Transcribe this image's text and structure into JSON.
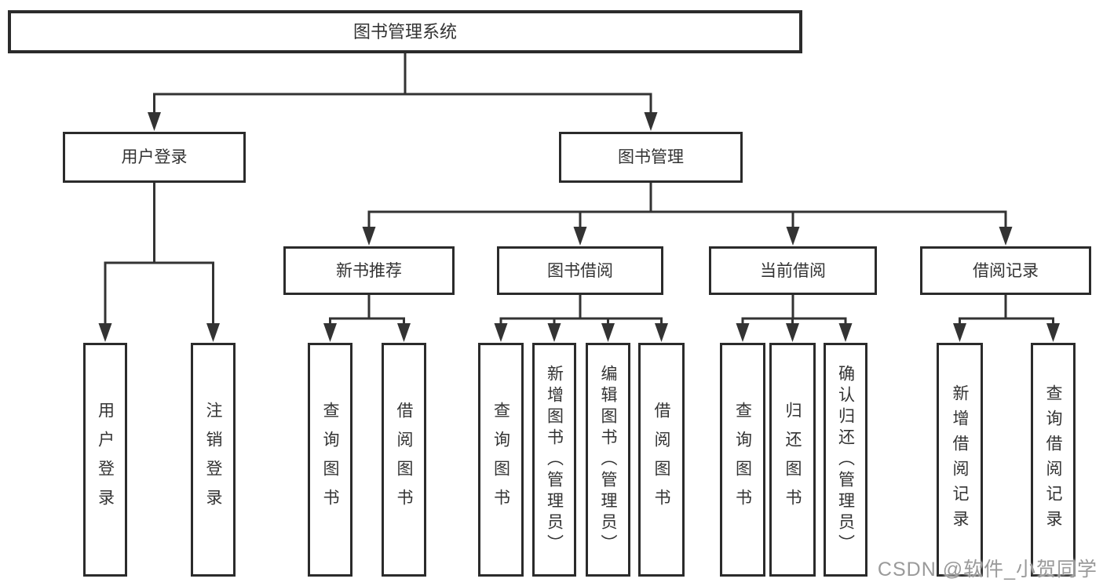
{
  "diagram": {
    "type": "hierarchy-tree",
    "title": "图书管理系统",
    "watermark": "CSDN @软件_小贺同学",
    "colors": {
      "line": "#333333",
      "border": "#2b2b2b",
      "text": "#333333",
      "background": "#ffffff",
      "watermark": "#9a9a9a"
    },
    "nodes": [
      {
        "id": "system",
        "label": "图书管理系统",
        "parent": null,
        "level": 1
      },
      {
        "id": "user-login",
        "label": "用户登录",
        "parent": "system",
        "level": 2
      },
      {
        "id": "book-management",
        "label": "图书管理",
        "parent": "system",
        "level": 2
      },
      {
        "id": "new-book-recommendation",
        "label": "新书推荐",
        "parent": "book-management",
        "level": 3
      },
      {
        "id": "book-borrowing",
        "label": "图书借阅",
        "parent": "book-management",
        "level": 3
      },
      {
        "id": "current-borrowing",
        "label": "当前借阅",
        "parent": "book-management",
        "level": 3
      },
      {
        "id": "borrowing-records",
        "label": "借阅记录",
        "parent": "book-management",
        "level": 3
      },
      {
        "id": "do-user-login",
        "label": "用户登录",
        "parent": "user-login",
        "level": 4
      },
      {
        "id": "logout",
        "label": "注销登录",
        "parent": "user-login",
        "level": 4
      },
      {
        "id": "rec-query-books",
        "label": "查询图书",
        "parent": "new-book-recommendation",
        "level": 4
      },
      {
        "id": "rec-borrow-books",
        "label": "借阅图书",
        "parent": "new-book-recommendation",
        "level": 4
      },
      {
        "id": "bb-query-books",
        "label": "查询图书",
        "parent": "book-borrowing",
        "level": 4
      },
      {
        "id": "bb-add-books-admin",
        "label": "新增图书（管理员）",
        "parent": "book-borrowing",
        "level": 4
      },
      {
        "id": "bb-edit-books-admin",
        "label": "编辑图书（管理员）",
        "parent": "book-borrowing",
        "level": 4
      },
      {
        "id": "bb-borrow-books",
        "label": "借阅图书",
        "parent": "book-borrowing",
        "level": 4
      },
      {
        "id": "cb-query-books",
        "label": "查询图书",
        "parent": "current-borrowing",
        "level": 4
      },
      {
        "id": "cb-return-books",
        "label": "归还图书",
        "parent": "current-borrowing",
        "level": 4
      },
      {
        "id": "cb-confirm-return-admin",
        "label": "确认归还（管理员）",
        "parent": "current-borrowing",
        "level": 4
      },
      {
        "id": "br-add-record",
        "label": "新增借阅记录",
        "parent": "borrowing-records",
        "level": 4
      },
      {
        "id": "br-query-record",
        "label": "查询借阅记录",
        "parent": "borrowing-records",
        "level": 4
      }
    ]
  }
}
